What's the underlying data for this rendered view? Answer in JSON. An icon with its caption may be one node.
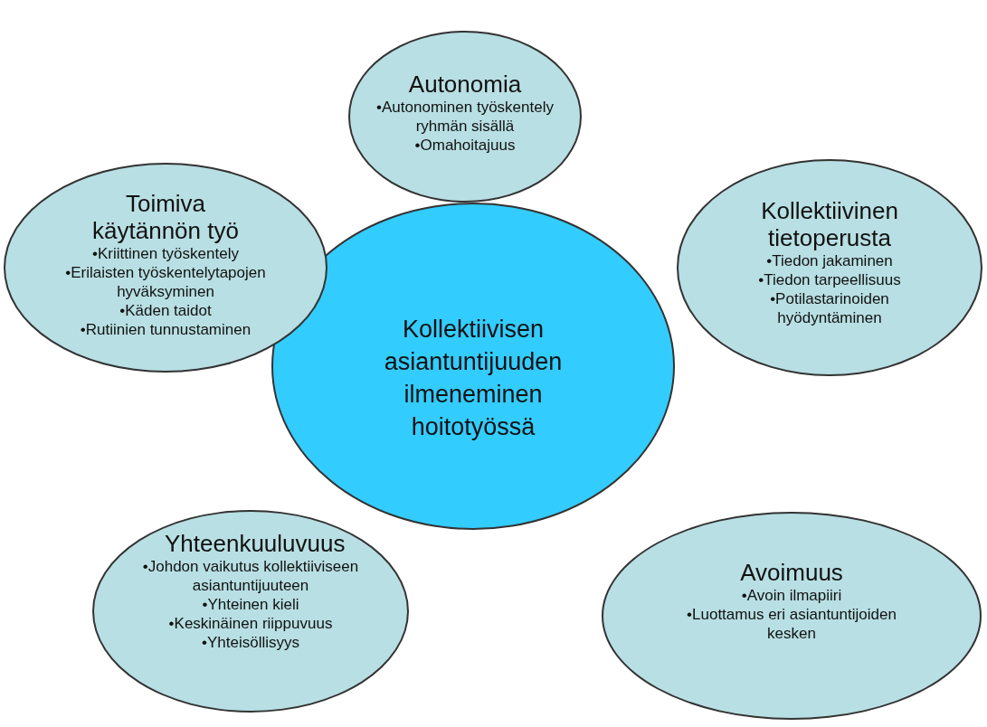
{
  "diagram": {
    "nodes": [
      {
        "text": [
          "Autonomia",
          "•Autonominen työskentely ryhmän sisällä",
          "•Omahoitajuus"
        ]
      },
      {
        "text": [
          "Toimiva käytännön työ",
          "•Kriittinen työskentely",
          "•Erilaisten työskentelytapojen hyväksyminen",
          "•Käden taidot",
          "•Rutiinien tunnustaminen"
        ]
      },
      {
        "text": [
          "Kollektiivinen tietoperusta",
          "•Tiedon jakaminen",
          "•Tiedon tarpeellisuus",
          "•Potilastarinoiden hyödyntäminen"
        ]
      },
      {
        "text": [
          "Kollektiivisen asiantuntijuuden ilmeneminen hoitotyössä"
        ]
      },
      {
        "text": [
          "Yhteenkuuluvuus",
          "•Johdon vaikutus kollektiiviseen asiantuntijuuteen",
          "•Yhteinen kieli",
          "•Keskinäinen riippuvuus",
          "•Yhteisöllisyys"
        ]
      },
      {
        "text": [
          "Avoimuus",
          "•Avoin ilmapiiri",
          "•Luottamus eri asiantuntijoiden kesken"
        ]
      }
    ]
  }
}
